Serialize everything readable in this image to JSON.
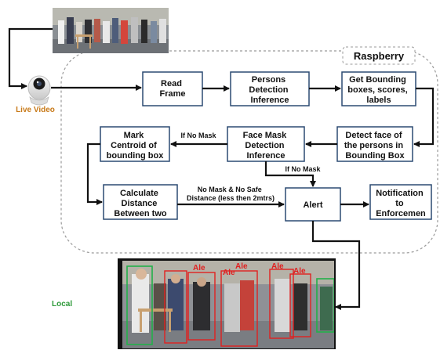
{
  "region": {
    "label": "Raspberry"
  },
  "labels": {
    "live_video": "Live Video",
    "local": "Local"
  },
  "nodes": {
    "read_frame": [
      "Read",
      "Frame"
    ],
    "persons_detection": [
      "Persons",
      "Detection",
      "Inference"
    ],
    "bounding_boxes": [
      "Get Bounding",
      "boxes, scores,",
      "labels"
    ],
    "detect_face": [
      "Detect face of",
      "the persons in",
      "Bounding Box"
    ],
    "face_mask": [
      "Face Mask",
      "Detection",
      "Inference"
    ],
    "mark_centroid": [
      "Mark",
      "Centroid of",
      "bounding box"
    ],
    "calc_distance": [
      "Calculate",
      "Distance",
      "Between two"
    ],
    "alert": [
      "Alert"
    ],
    "notification": [
      "Notification",
      "to",
      "Enforcemen"
    ]
  },
  "edges": {
    "if_no_mask_left": "If No Mask",
    "if_no_mask_down": "If No Mask",
    "no_mask_no_safe": [
      "No Mask  &  No Safe",
      "Distance (less then  2mtrs)"
    ]
  },
  "detections": [
    "Ale",
    "Ale",
    "Ale",
    "Ale",
    "Ale"
  ],
  "colors": {
    "box_fill": "#ffffff",
    "box_border": "#2b4a72",
    "arrow": "#111111",
    "dashed_region": "#9a9a9a",
    "live_video": "#c87a19",
    "local": "#2e9a3a",
    "det_red": "#e02020",
    "det_green": "#22b04a"
  }
}
